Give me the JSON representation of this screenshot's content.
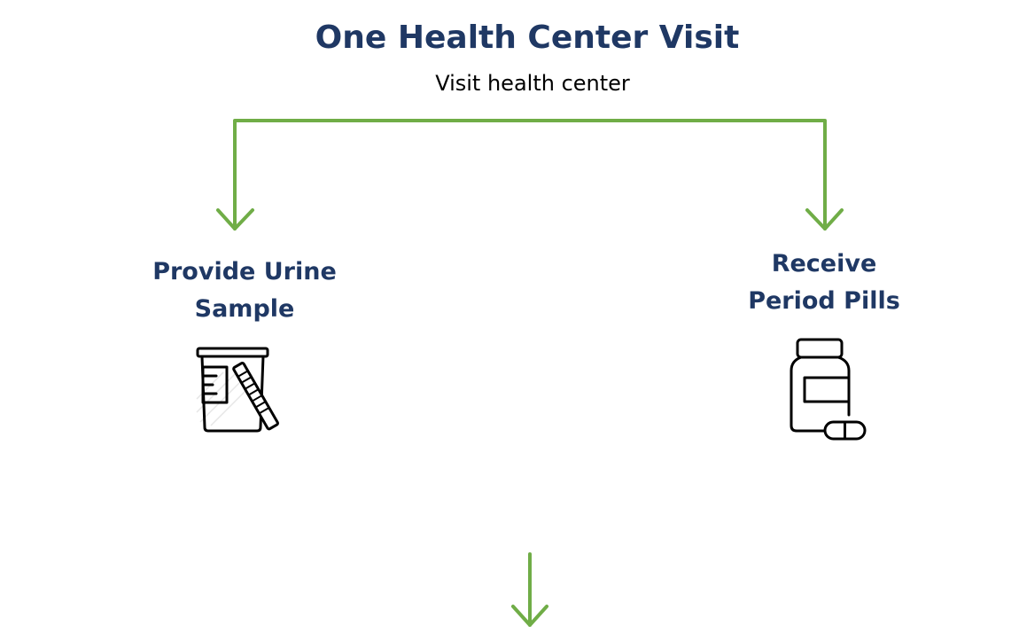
{
  "diagram": {
    "title": "One Health Center Visit",
    "subtitle": "Visit health center",
    "colors": {
      "title": "#1f3864",
      "connector": "#70ad47",
      "icon": "#000000"
    },
    "steps": [
      {
        "label_line1": "Provide Urine",
        "label_line2": "Sample",
        "icon": "urine-sample-cup-icon"
      },
      {
        "label_line1": "Receive",
        "label_line2": "Period Pills",
        "icon": "pill-bottle-icon"
      }
    ]
  }
}
